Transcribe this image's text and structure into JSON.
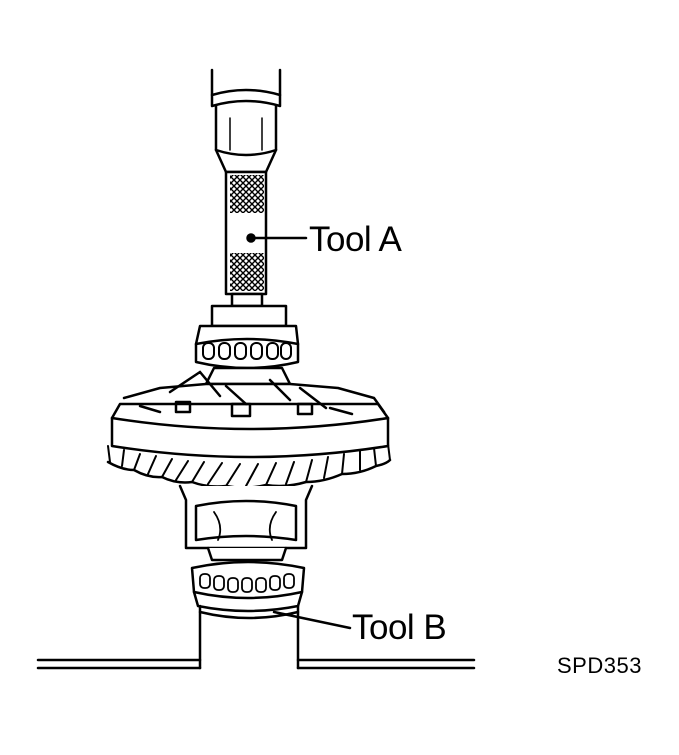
{
  "labels": {
    "tool_a": "Tool A",
    "tool_b": "Tool B",
    "figure_code": "SPD353"
  },
  "colors": {
    "ink": "#000000",
    "paper": "#ffffff"
  }
}
